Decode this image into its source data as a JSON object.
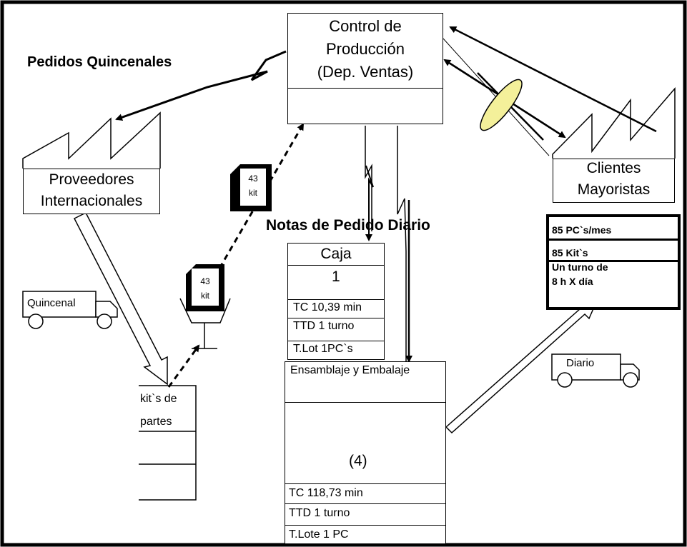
{
  "production_control": {
    "line1": "Control de",
    "line2": "Producción",
    "line3": "(Dep. Ventas)"
  },
  "labels": {
    "biweekly_orders": "Pedidos Quincenales",
    "daily_order_notes": "Notas de Pedido Diario"
  },
  "suppliers": {
    "line1": "Proveedores",
    "line2": "Internacionales"
  },
  "customers": {
    "line1": "Clientes",
    "line2": "Mayoristas"
  },
  "customer_data": {
    "line1": "85 PC`s/mes",
    "line2": "85 Kit`s",
    "line3": "Un turno de",
    "line4": "8 h X día"
  },
  "kanban": {
    "qty": "43",
    "unit": "kit"
  },
  "trucks": {
    "inbound": "Quincenal",
    "outbound": "Diario"
  },
  "inventory": {
    "line1": "kit`s de",
    "line2": "partes"
  },
  "process_caja": {
    "title": "Caja",
    "operators": "1",
    "tc": "TC 10,39 min",
    "ttd": "TTD 1 turno",
    "lot": "T.Lot 1PC`s"
  },
  "process_assembly": {
    "title": "Ensamblaje y Embalaje",
    "operators": "(4)",
    "tc": "TC 118,73 min",
    "ttd": "TTD 1 turno",
    "lot": "T.Lote 1 PC"
  }
}
